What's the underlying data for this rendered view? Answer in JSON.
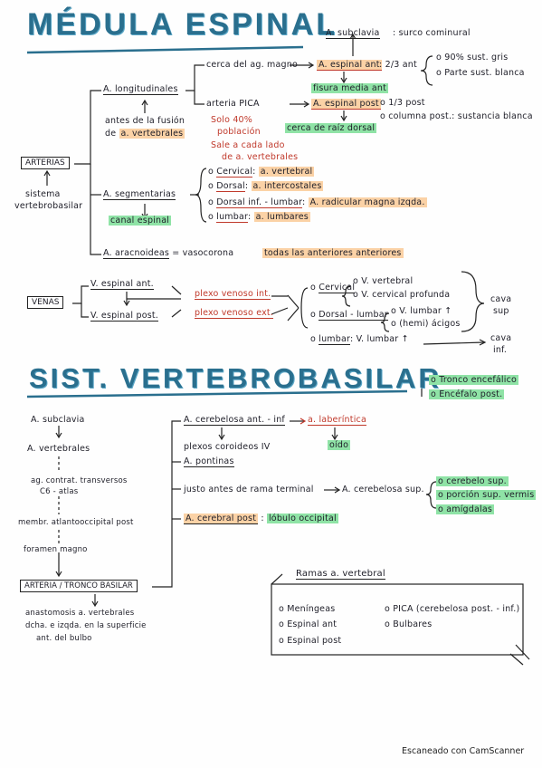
{
  "medula": {
    "title": "MÉDULA ESPINAL",
    "top_subclavia": "A. subclavia",
    "top_surco": ": surco cominural",
    "arterias_box": "ARTERIAS",
    "sistema_1": "sistema",
    "sistema_2": "vertebrobasilar",
    "longitudinales": "A. longitudinales",
    "antes_1": "antes de la fusión",
    "antes_2": "de",
    "antes_2b": "a. vertebrales",
    "cerca_magno": "cerca del ag. magno",
    "espinal_ant": "A. espinal ant",
    "dos_tercios": ": 2/3 ant",
    "pct_90": "o 90% sust. gris",
    "parte_blanca": "o Parte sust. blanca",
    "fisura": "fisura media ant",
    "arteria_pica": "arteria PICA",
    "espinal_post": "A. espinal post",
    "tercio_post": "o 1/3 post",
    "columna_post": "o columna post.: sustancia blanca",
    "solo_40_a": "Solo 40%",
    "solo_40_b": "población",
    "cerca_raiz": "cerca de raíz dorsal",
    "sale_1": "Sale a cada lado",
    "sale_2": "de a. vertebrales",
    "segmentarias": "A. segmentarias",
    "cervical_lbl": "Cervical",
    "cervical_val": "a. vertebral",
    "dorsal_lbl": "Dorsal",
    "dorsal_val": "a. intercostales",
    "dorsal_inf_lbl": "Dorsal inf. - lumbar",
    "dorsal_inf_val": "A. radicular magna izqda.",
    "lumbar_lbl": "lumbar",
    "lumbar_val": "a. lumbares",
    "canal": "canal espinal",
    "aracnoideas": "A. aracnoideas",
    "vasocorona": "= vasocorona",
    "todas": "todas las anteriores anteriores",
    "venas_box": "VENAS",
    "v_ant": "V. espinal ant.",
    "v_post": "V. espinal post.",
    "plexo_int": "plexo venoso int.",
    "plexo_ext": "plexo venoso ext.",
    "v_cervical": "Cervical",
    "v_vertebral": "o V. vertebral",
    "v_cervical_prof": "o V. cervical profunda",
    "v_dorsal": "Dorsal - lumbar",
    "v_lumbar_up": "o V. lumbar ↑",
    "v_hemi": "o (hemi) ácigos",
    "v_lumbar2": "lumbar",
    "v_lumbar2_b": ": V. lumbar ↑",
    "cava_sup_1": "cava",
    "cava_sup_2": "sup",
    "cava_inf_1": "cava",
    "cava_inf_2": "inf."
  },
  "vb": {
    "title": "SIST. VERTEBROBASILAR",
    "tronco_enc": "Tronco encefálico",
    "encefalo_post": "Encéfalo post.",
    "subclavia": "A. subclavia",
    "vertebrales": "A. vertebrales",
    "ag_1": "ag. contrat. transversos",
    "ag_2": "C6 - atlas",
    "membrana": "membr. atlantooccipital post",
    "foramen": "foramen magno",
    "tronco_box": "ARTERIA / TRONCO BASILAR",
    "anast_1": "anastomosis a. vertebrales",
    "anast_2": "dcha. e izqda. en la superficie",
    "anast_3": "ant. del bulbo",
    "cerebelosa_ai": "A. cerebelosa ant. - inf",
    "laberintica": "a. laberíntica",
    "oido": "oído",
    "plexos": "plexos coroideos IV",
    "pontinas": "A. pontinas",
    "justo": "justo antes de rama terminal",
    "cerebelosa_sup": "A. cerebelosa sup.",
    "cerebelo_sup": "o cerebelo sup.",
    "porcion_sup": "o porción sup. vermis",
    "amigdalas": "o amígdalas",
    "cerebral_post": "A. cerebral post",
    "lobulo": "lóbulo occipital",
    "ramas_title": "Ramas a. vertebral",
    "ramas": [
      "o Meníngeas",
      "o PICA (cerebelosa post. - inf.)",
      "o Espinal ant",
      "o Bulbares",
      "o Espinal post"
    ]
  },
  "footer": "Escaneado con CamScanner"
}
